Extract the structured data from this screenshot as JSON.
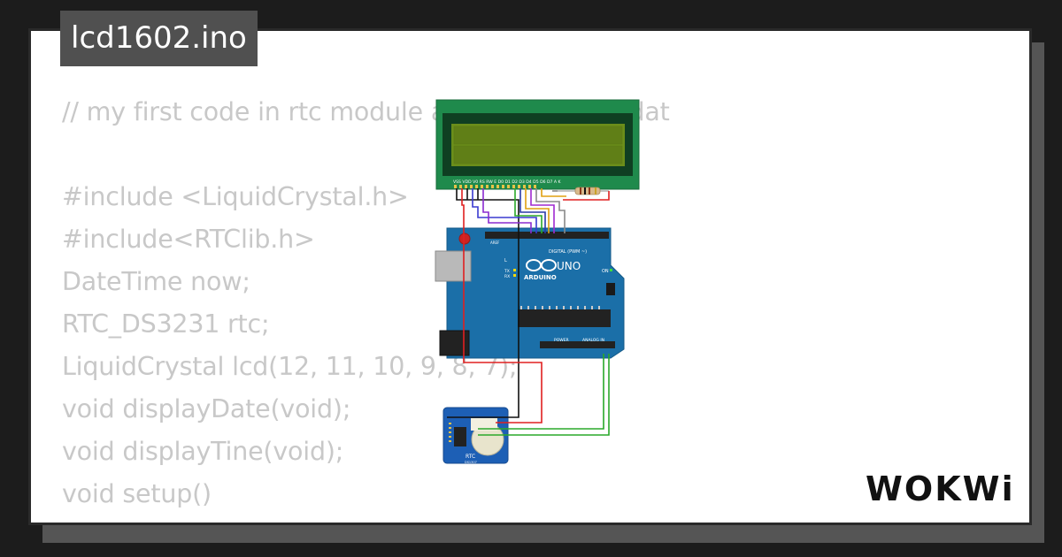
{
  "file_title": "lcd1602.ino",
  "code_lines": [
    "// my first code in rtc module and lcd to print dat",
    "",
    "#include <LiquidCrystal.h>",
    "#include<RTClib.h>",
    "DateTime now;",
    "RTC_DS3231 rtc;",
    "LiquidCrystal lcd(12, 11, 10, 9, 8, 7);",
    "void displayDate(void);",
    "void displayTine(void);",
    "void setup()",
    "{"
  ],
  "circuit": {
    "lcd_pin_labels": "VSS VDD V0 RS RW E D0 D1 D2 D3 D4 D5 D6 D7 A K",
    "arduino_brand": "ARDUINO",
    "arduino_model": "UNO",
    "digital_label": "DIGITAL (PWM ~)",
    "power_label": "POWER",
    "analog_label": "ANALOG IN",
    "aref_label": "AREF",
    "tx_label": "TX",
    "rx_label": "RX",
    "on_label": "ON",
    "l_label": "L",
    "rtc_label": "RTC",
    "rtc_chip": "DS1307"
  },
  "brand_logo": "WOKWi",
  "colors": {
    "background": "#1c1c1c",
    "card": "#ffffff",
    "code_text": "#c8c8c8",
    "title_tab": "#505050",
    "lcd_board": "#1f8a4c",
    "lcd_screen": "#6b8e1a",
    "arduino_board": "#1b6fa8",
    "rtc_board": "#1d5fb5"
  }
}
